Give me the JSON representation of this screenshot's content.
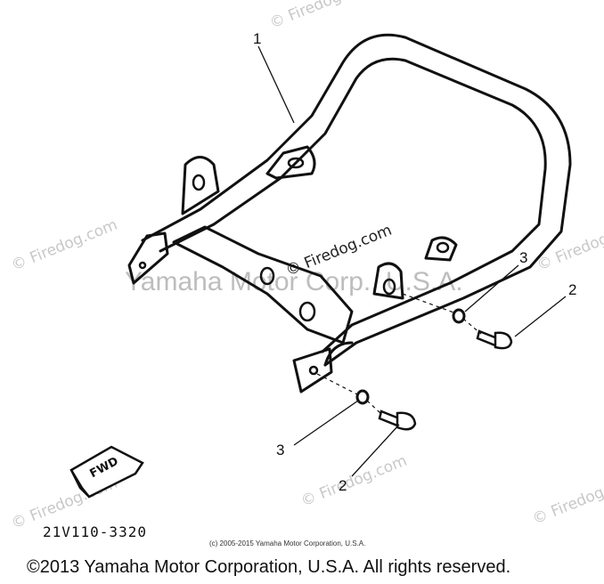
{
  "watermarks": {
    "site": "© Firedog.com",
    "corporate": "Yamaha Motor Corp., U.S.A."
  },
  "callouts": {
    "part_1": "1",
    "part_2_upper": "2",
    "part_2_lower": "2",
    "part_3_upper": "3",
    "part_3_lower": "3"
  },
  "fwd_label": "FWD",
  "diagram_code": "21V110-3320",
  "small_copyright": "(c) 2005-2015 Yamaha Motor Corporation, U.S.A.",
  "footer_copyright": "©2013 Yamaha Motor Corporation, U.S.A. All rights reserved."
}
